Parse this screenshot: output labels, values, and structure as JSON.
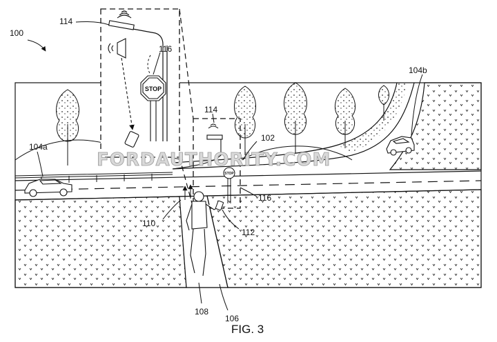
{
  "figure": {
    "caption": "FIG. 3"
  },
  "watermark": {
    "text": "FORDAUTHORITY.COM"
  },
  "labels": {
    "system": "100",
    "light_inset": "114",
    "sign_inset": "116",
    "light_scene": "114",
    "road": "102",
    "vehicle_left": "104a",
    "vehicle_right": "104b",
    "sign_scene": "116",
    "path_device": "110",
    "user_device": "112",
    "pedestrian": "108",
    "crosswalk": "106"
  },
  "sign_text": {
    "large": "STOP",
    "small": "STOP"
  },
  "colors": {
    "ink": "#111111",
    "paper": "#ffffff",
    "watermark": "#d9d9d9"
  }
}
